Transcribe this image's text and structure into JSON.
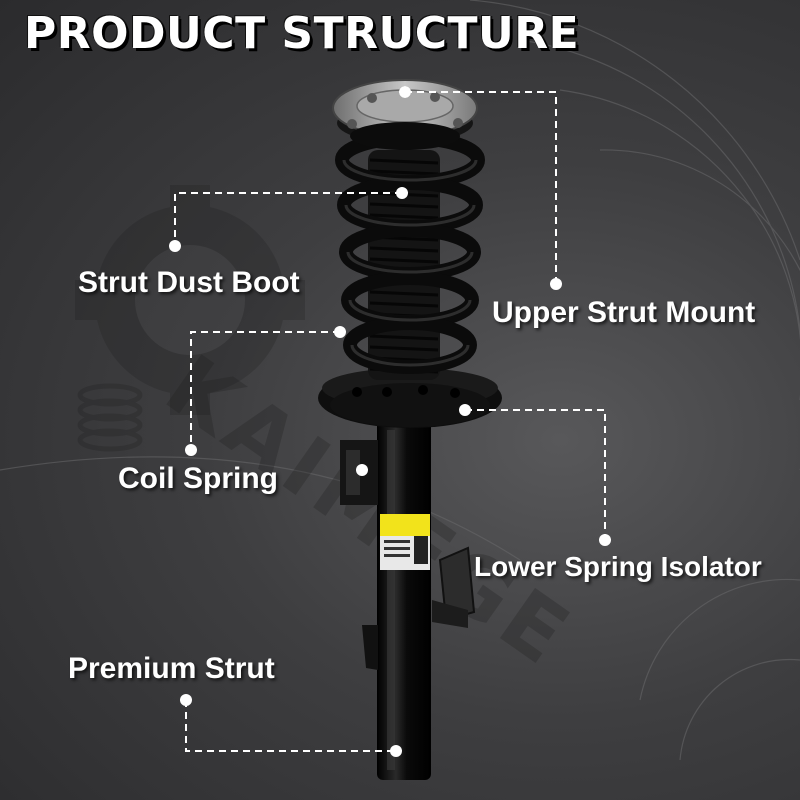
{
  "title": "PRODUCT STRUCTURE",
  "watermark": "KAIMEGE",
  "labels": {
    "strut_dust_boot": "Strut Dust Boot",
    "upper_strut_mount": "Upper Strut Mount",
    "coil_spring": "Coil Spring",
    "lower_spring_isolator": "Lower Spring Isolator",
    "premium_strut": "Premium Strut"
  },
  "colors": {
    "background": "#3a3a3c",
    "title_text": "#ffffff",
    "label_text": "#ffffff",
    "leader_lines": "#ffffff",
    "strut_body": "#0c0c0c",
    "warning_label": "#f2e31b"
  }
}
